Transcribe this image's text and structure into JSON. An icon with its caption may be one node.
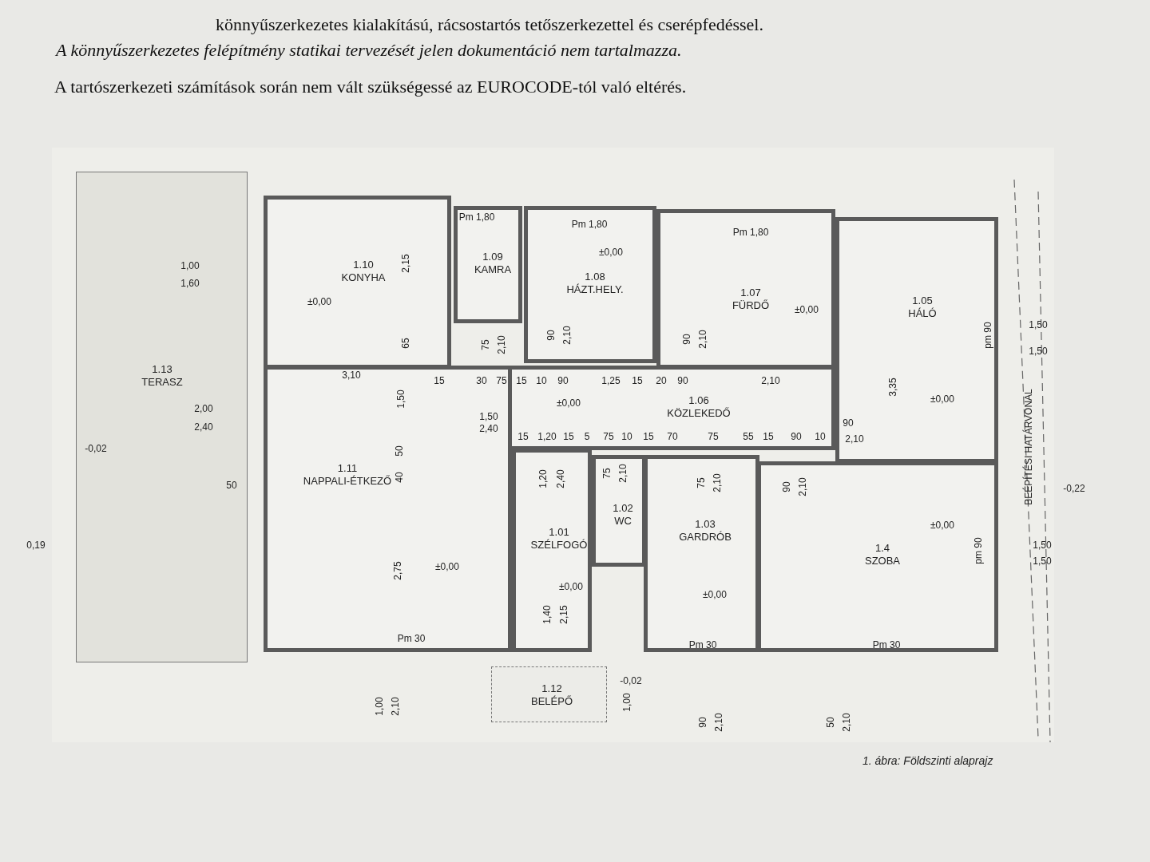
{
  "diagram": {
    "caption": "1. ábra: Földszinti alaprajz",
    "nodes": [
      {
        "text": [
          "1.13",
          "TERASZ"
        ]
      },
      {
        "text": [
          "1.10",
          "KONYHA"
        ]
      },
      {
        "text": [
          "1.09",
          "KAMRA"
        ]
      },
      {
        "text": [
          "1.08",
          "HÁZT.HELY."
        ]
      },
      {
        "text": [
          "1.07",
          "FÜRDŐ"
        ]
      },
      {
        "text": [
          "1.05",
          "HÁLÓ"
        ]
      },
      {
        "text": [
          "1.06",
          "KÖZLEKEDŐ"
        ]
      },
      {
        "text": [
          "1.11",
          "NAPPALI-ÉTKEZŐ"
        ]
      },
      {
        "text": [
          "1.01",
          "SZÉLFOGÓ"
        ]
      },
      {
        "text": [
          "1.02",
          "WC"
        ]
      },
      {
        "text": [
          "1.03",
          "GARDRÓB"
        ]
      },
      {
        "text": [
          "1.4",
          "SZOBA"
        ]
      },
      {
        "text": [
          "1.12",
          "BELÉPŐ"
        ]
      }
    ],
    "edges": [],
    "labels": [
      "könnyűszerkezetes kialakítású, rácsostartós tetőszerkezettel és cserépfedéssel.",
      "A könnyűszerkezetes felépítmény statikai tervezését jelen dokumentáció nem tartalmazza.",
      "A tartószerkezeti számítások során nem vált szükségessé az EUROCODE-tól való eltérés.",
      "Pm 1,80",
      "Pm 1,80",
      "Pm 1,80",
      "1,00",
      "1,60",
      "2,15",
      "±0,00",
      "±0,00",
      "±0,00",
      "65",
      "75",
      "2,10",
      "90",
      "2,10",
      "90",
      "2,10",
      "3,35",
      "1,50",
      "1,50",
      "pm 90",
      "3,10",
      "1,50",
      "15",
      "30",
      "75",
      "15",
      "10",
      "90",
      "1,25",
      "15",
      "20",
      "90",
      "2,10",
      "1,50",
      "2,40",
      "±0,00",
      "2,00",
      "2,40",
      "±0,00",
      "15",
      "1,20",
      "15",
      "5",
      "75",
      "10",
      "15",
      "70",
      "75",
      "55",
      "15",
      "90",
      "10",
      "90",
      "2,10",
      "-0,02",
      "50",
      "40",
      "1,20",
      "2,40",
      "75",
      "2,10",
      "75",
      "2,10",
      "90",
      "2,10",
      "50",
      "-0,22",
      "±0,00",
      "pm 90",
      "1,50",
      "1,50",
      "0,19",
      "2,75",
      "±0,00",
      "±0,00",
      "±0,00",
      "1,40",
      "2,15",
      "Pm 30",
      "Pm 30",
      "Pm 30",
      "-0,02",
      "1,00",
      "2,10",
      "1,00",
      "90",
      "2,10",
      "50",
      "2,10",
      "BEÉPÍTÉSI HATÁRVONAL"
    ]
  }
}
